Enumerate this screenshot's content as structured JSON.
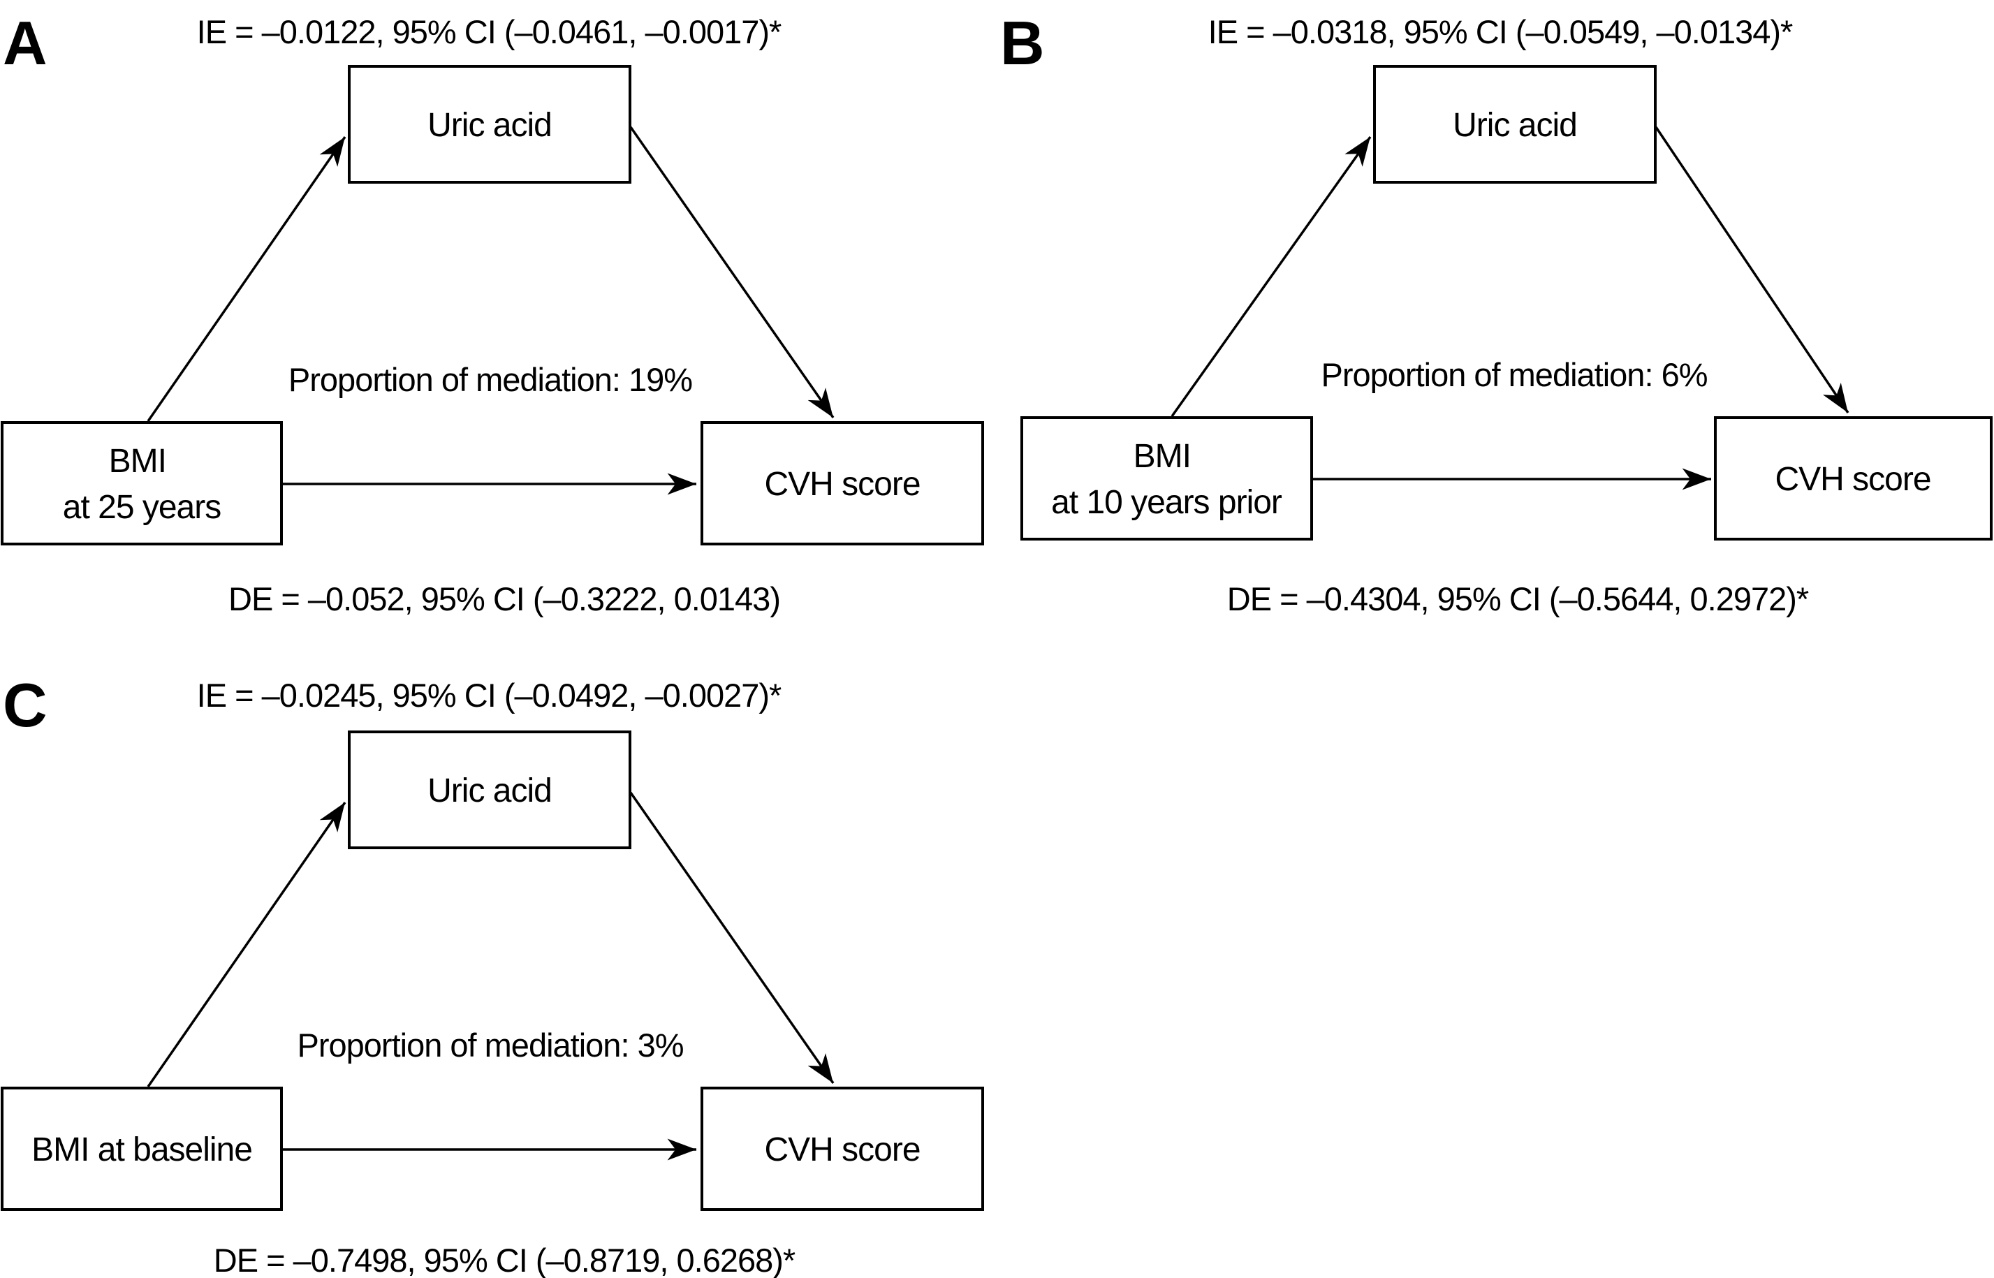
{
  "colors": {
    "background": "#ffffff",
    "line": "#000000",
    "text": "#000000"
  },
  "panels": {
    "a": {
      "letter": "A",
      "ie": "IE = –0.0122, 95% CI (–0.0461, –0.0017)*",
      "mediator": "Uric acid",
      "proportion": "Proportion of mediation: 19%",
      "exposure_line1": "BMI",
      "exposure_line2": "at 25 years",
      "outcome": "CVH score",
      "de": "DE = –0.052, 95% CI (–0.3222, 0.0143)"
    },
    "b": {
      "letter": "B",
      "ie": "IE = –0.0318, 95% CI (–0.0549, –0.0134)*",
      "mediator": "Uric acid",
      "proportion": "Proportion of mediation: 6%",
      "exposure_line1": "BMI",
      "exposure_line2": "at 10 years prior",
      "outcome": "CVH score",
      "de": "DE = –0.4304, 95% CI (–0.5644, 0.2972)*"
    },
    "c": {
      "letter": "C",
      "ie": "IE = –0.0245, 95% CI (–0.0492, –0.0027)*",
      "mediator": "Uric acid",
      "proportion": "Proportion of mediation: 3%",
      "exposure": "BMI at baseline",
      "outcome": "CVH score",
      "de": "DE = –0.7498, 95% CI (–0.8719, 0.6268)*"
    }
  },
  "diagram_data": [
    {
      "panel": "A",
      "exposure": "BMI at 25 years",
      "mediator": "Uric acid",
      "outcome": "CVH score",
      "indirect_effect": -0.0122,
      "indirect_effect_ci95": [
        -0.0461,
        -0.0017
      ],
      "indirect_effect_significant": true,
      "direct_effect": -0.052,
      "direct_effect_ci95": [
        -0.3222,
        0.0143
      ],
      "direct_effect_significant": false,
      "proportion_of_mediation_pct": 19
    },
    {
      "panel": "B",
      "exposure": "BMI at 10 years prior",
      "mediator": "Uric acid",
      "outcome": "CVH score",
      "indirect_effect": -0.0318,
      "indirect_effect_ci95": [
        -0.0549,
        -0.0134
      ],
      "indirect_effect_significant": true,
      "direct_effect": -0.4304,
      "direct_effect_ci95": [
        -0.5644,
        0.2972
      ],
      "direct_effect_significant": true,
      "proportion_of_mediation_pct": 6
    },
    {
      "panel": "C",
      "exposure": "BMI at baseline",
      "mediator": "Uric acid",
      "outcome": "CVH score",
      "indirect_effect": -0.0245,
      "indirect_effect_ci95": [
        -0.0492,
        -0.0027
      ],
      "indirect_effect_significant": true,
      "direct_effect": -0.7498,
      "direct_effect_ci95": [
        -0.8719,
        0.6268
      ],
      "direct_effect_significant": true,
      "proportion_of_mediation_pct": 3
    }
  ]
}
